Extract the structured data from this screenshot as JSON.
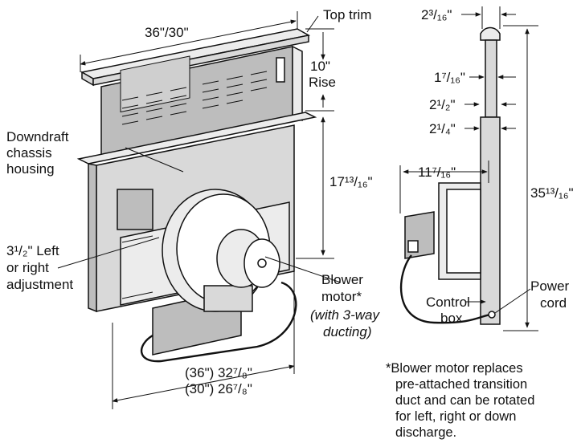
{
  "labels": {
    "top_trim": "Top trim",
    "rise_value": "10\"",
    "rise_word": "Rise",
    "housing_1": "Downdraft",
    "housing_2": "chassis",
    "housing_3": "housing",
    "adjust_1": "3¹/₂\" Left",
    "adjust_2": "or right",
    "adjust_3": "adjustment",
    "motor_1": "Blower",
    "motor_2": "motor*",
    "motor_3": "(with 3-way",
    "motor_4": "ducting)",
    "control_1": "Control",
    "control_2": "box",
    "power_1": "Power",
    "power_2": "cord"
  },
  "dimensions": {
    "width_top": "36\"/30\"",
    "height_chassis": "17¹³/₁₆\"",
    "width_36": "(36\") 32⁷/₈\"",
    "width_30": "(30\") 26⁷/₈\"",
    "side_trim": "2³/₁₆\"",
    "side_upper": "1⁷/₁₆\"",
    "side_mid": "2¹/₂\"",
    "side_low": "2¹/₄\"",
    "side_depth": "11⁷/₁₆\"",
    "side_height": "35¹³/₁₆\""
  },
  "footnote": [
    "*Blower motor replaces",
    "pre-attached transition",
    "duct and can be rotated",
    "for left, right or down",
    "discharge."
  ]
}
